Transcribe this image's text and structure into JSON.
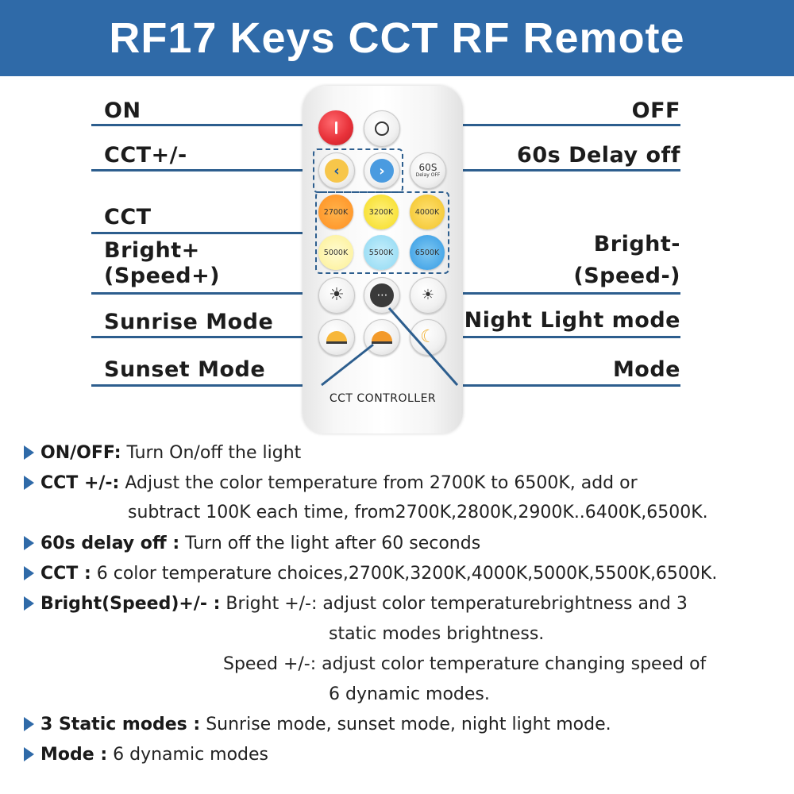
{
  "title": "RF17 Keys CCT RF Remote",
  "labels": {
    "on": "ON",
    "off": "OFF",
    "cct_pm": "CCT+/-",
    "delay": "60s Delay off",
    "cct": "CCT",
    "bright_plus_1": "Bright+",
    "bright_plus_2": "(Speed+)",
    "bright_minus_1": "Bright-",
    "bright_minus_2": "(Speed-)",
    "sunrise": "Sunrise Mode",
    "night": "Night Light mode",
    "sunset": "Sunset Mode",
    "mode": "Mode"
  },
  "remote": {
    "keys": {
      "k2700": "2700K",
      "k3200": "3200K",
      "k4000": "4000K",
      "k5000": "5000K",
      "k5500": "5500K",
      "k6500": "6500K",
      "delay_top": "60S",
      "delay_bottom": "Delay OFF"
    },
    "footer": "CCT CONTROLLER"
  },
  "descriptions": [
    {
      "term": "ON/OFF:",
      "text": " Turn On/off the light"
    },
    {
      "term": "CCT +/-:",
      "text": " Adjust the color temperature from 2700K to 6500K, add or"
    },
    {
      "term": "",
      "text": "subtract 100K each time, from2700K,2800K,2900K..6400K,6500K."
    },
    {
      "term": "60s delay off :",
      "text": " Turn off the light after 60 seconds"
    },
    {
      "term": "CCT :",
      "text": " 6 color temperature choices,2700K,3200K,4000K,5000K,5500K,6500K."
    },
    {
      "term": "Bright(Speed)+/- :",
      "text": " Bright +/-: adjust color temperaturebrightness and 3"
    },
    {
      "term": "",
      "text": "static modes brightness."
    },
    {
      "term": "",
      "text": "Speed +/-: adjust color temperature changing speed of"
    },
    {
      "term": "",
      "text": "6 dynamic modes."
    },
    {
      "term": "3 Static modes :",
      "text": " Sunrise mode, sunset mode, night light mode."
    },
    {
      "term": "Mode :",
      "text": " 6 dynamic modes"
    }
  ],
  "colors": {
    "banner": "#2f6aa8",
    "leader_line": "#2d5e8e",
    "on_key": "#e8323a",
    "arrow_key": "#f7c64a",
    "arrow_key_right": "#4a9be0"
  },
  "icons": [
    "power-on-icon",
    "power-off-icon",
    "chevron-left-icon",
    "chevron-right-icon",
    "sun-icon",
    "dots-icon",
    "sunrise-icon",
    "sunset-icon",
    "moon-icon"
  ]
}
